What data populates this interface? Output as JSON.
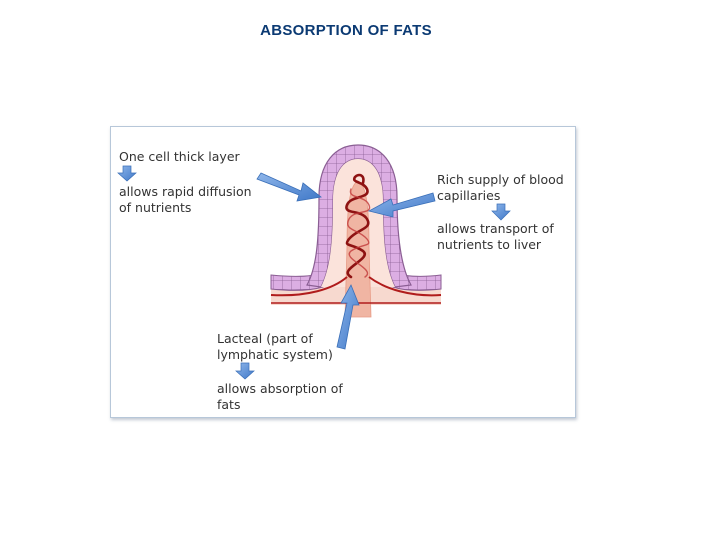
{
  "title": "ABSORPTION OF FATS",
  "labels": {
    "one_cell": {
      "heading": [
        "One cell thick layer"
      ],
      "detail": [
        "allows rapid diffusion",
        "of nutrients"
      ]
    },
    "capillaries": {
      "heading": [
        "Rich supply of blood",
        "capillaries"
      ],
      "detail": [
        "allows transport of",
        "nutrients to liver"
      ]
    },
    "lacteal": {
      "heading": [
        "Lacteal (part of",
        "lymphatic system)"
      ],
      "detail": [
        "allows absorption of",
        "fats"
      ]
    }
  },
  "colors": {
    "title": "#0b3a73",
    "epithelium": "#d9a8e0",
    "epithelium_outline": "#8a5e93",
    "core": "#f2b9a8",
    "capillary": "#b01c1c",
    "arrow": "#5b8fd6"
  }
}
